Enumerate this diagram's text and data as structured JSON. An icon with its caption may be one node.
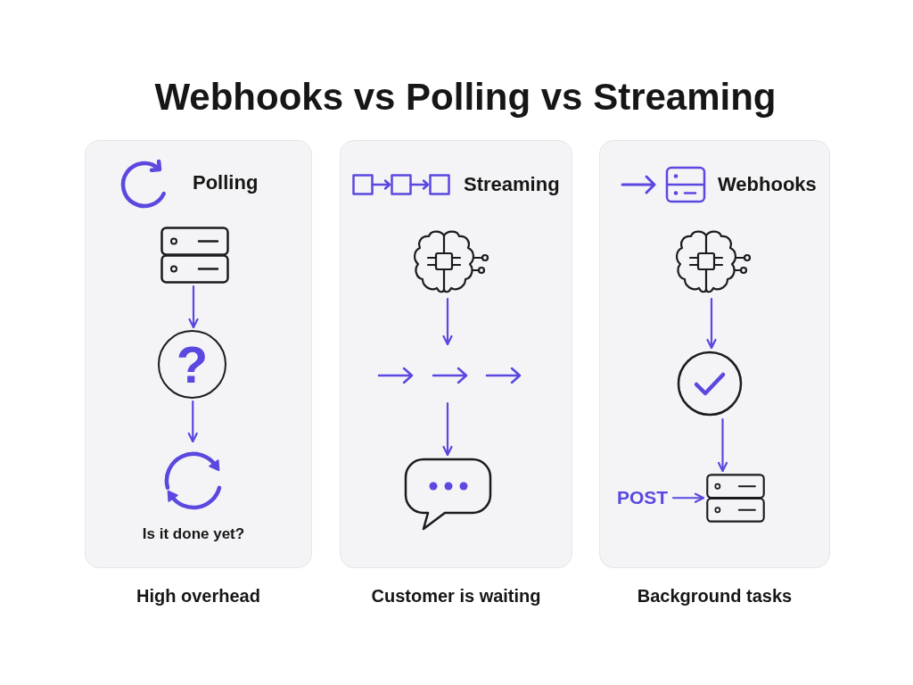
{
  "diagram": {
    "title": "Webhooks vs Polling vs Streaming",
    "nodes": [
      {
        "text": [
          "Polling"
        ],
        "beside": [
          "High overhead"
        ]
      },
      {
        "text": [],
        "shape": "picture",
        "in": 0
      },
      {
        "text": [
          "?"
        ],
        "in": 0
      },
      {
        "text": [],
        "shape": "picture",
        "in": 0,
        "beside": [
          "Is it done yet?"
        ]
      },
      {
        "text": [
          "Streaming"
        ],
        "beside": [
          "Customer is waiting"
        ]
      },
      {
        "text": [],
        "shape": "picture",
        "in": 4
      },
      {
        "text": [],
        "shape": "picture",
        "in": 4
      },
      {
        "text": [
          "Webhooks"
        ],
        "beside": [
          "Background tasks"
        ]
      },
      {
        "text": [],
        "shape": "picture",
        "in": 7
      },
      {
        "text": [],
        "shape": "picture",
        "in": 7
      },
      {
        "text": [
          "POST"
        ],
        "in": 7
      },
      {
        "text": [],
        "shape": "picture",
        "in": 7
      }
    ],
    "edges": [
      {
        "from": 1,
        "to": 2,
        "arrow": "to"
      },
      {
        "from": 2,
        "to": 3,
        "arrow": "to"
      },
      {
        "from": 5,
        "to": null,
        "arrow": "to"
      },
      {
        "from": null,
        "to": 6,
        "arrow": "to"
      },
      {
        "from": 8,
        "to": 9,
        "arrow": "to"
      },
      {
        "from": 9,
        "to": 11,
        "arrow": "to"
      },
      {
        "from": 10,
        "to": 11,
        "arrow": "to"
      }
    ]
  }
}
